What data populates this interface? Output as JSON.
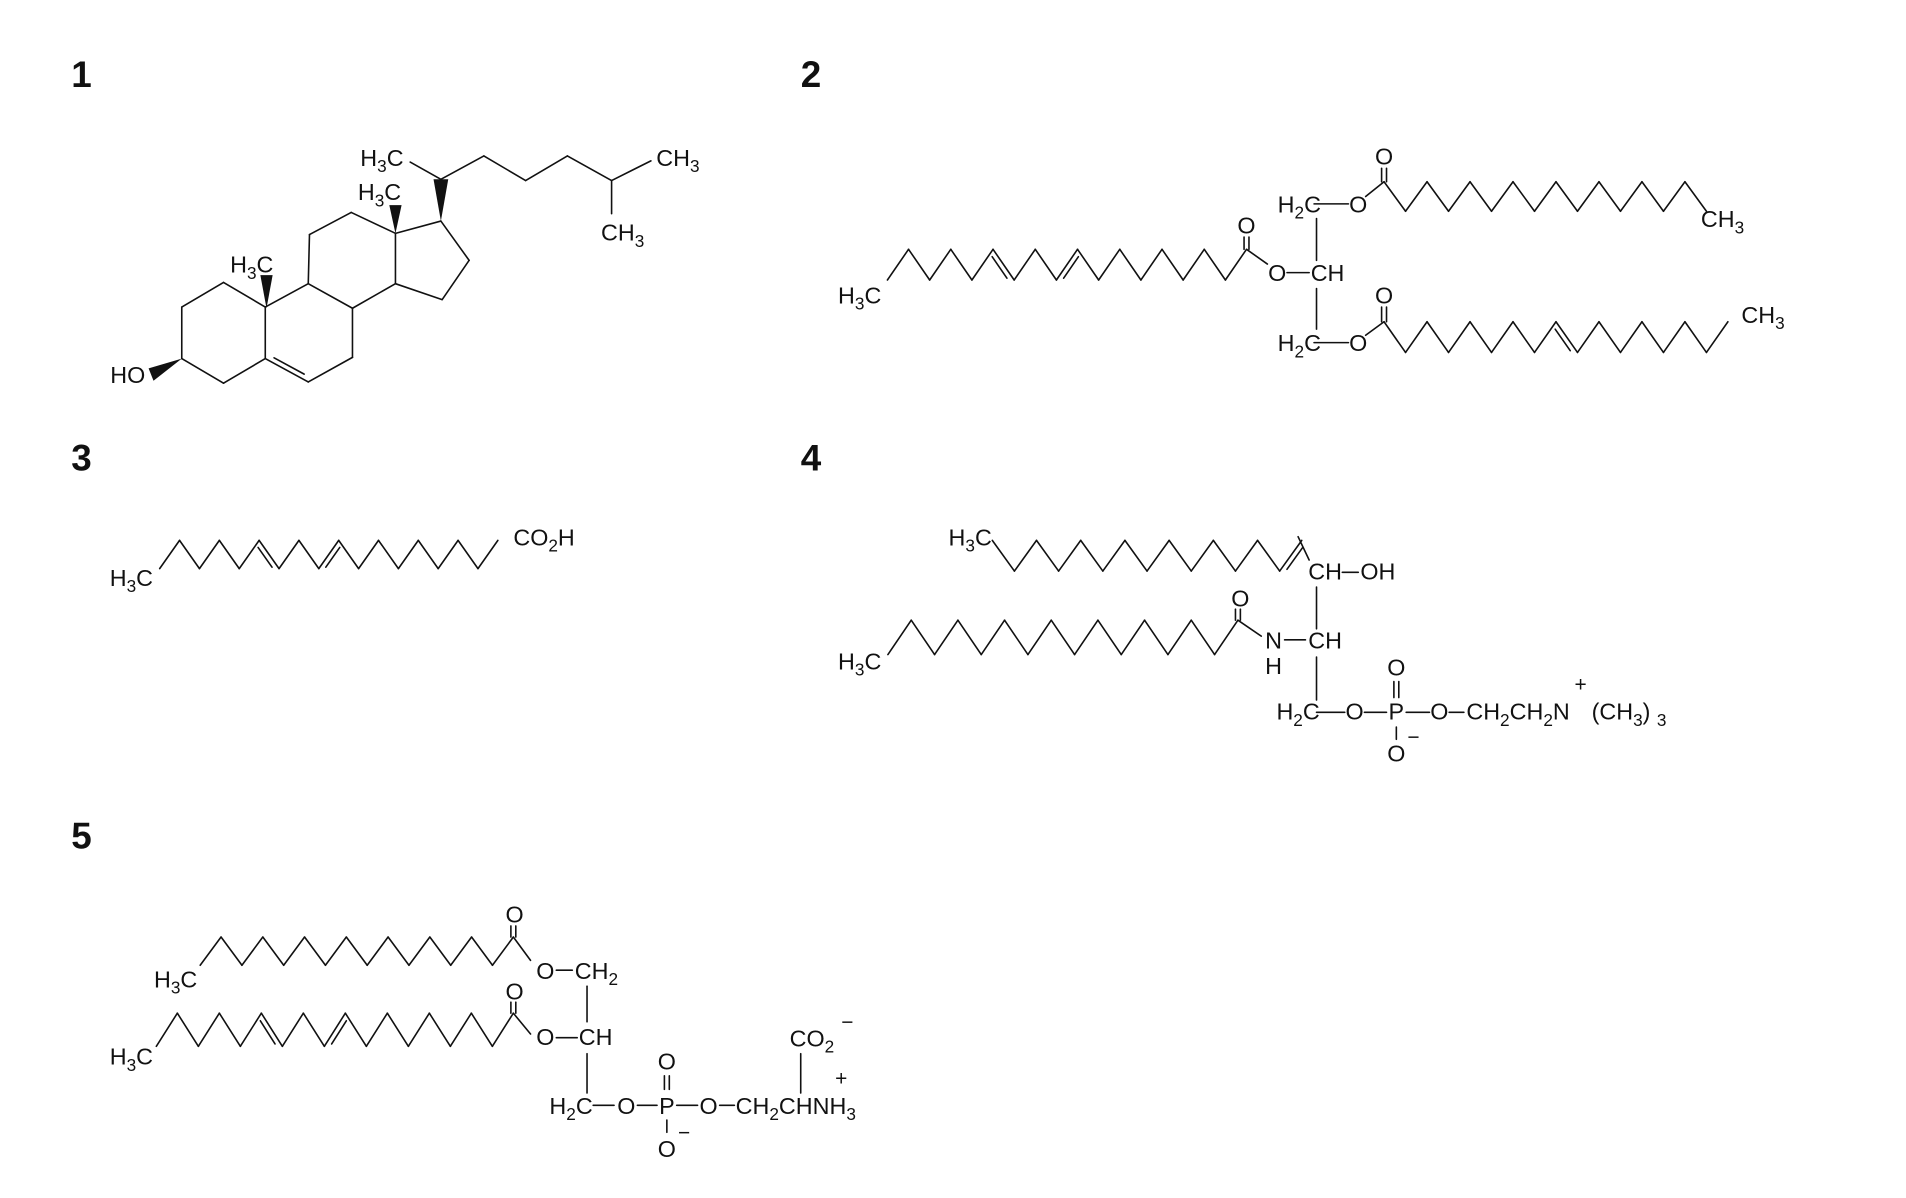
{
  "figure_numbers": [
    "1",
    "2",
    "3",
    "4",
    "5"
  ],
  "structure_1": {
    "methyl_c10": "H3C",
    "methyl_c13": "H3C",
    "methyl_c20": "H3C",
    "terminal_methyl_a": "CH3",
    "terminal_methyl_b": "CH3",
    "hydroxyl": "HO"
  },
  "structure_2": {
    "top_carbonyl_o": "O",
    "top_h2c": "H2C",
    "top_ester_o": "O",
    "top_ch3": "CH3",
    "mid_carbonyl_o": "O",
    "mid_ester_o": "O",
    "mid_ch": "CH",
    "left_h3c": "H3C",
    "bottom_carbonyl_o": "O",
    "bottom_h2c": "H2C",
    "bottom_ester_o": "O",
    "bottom_ch3": "CH3"
  },
  "structure_3": {
    "h3c": "H3C",
    "acid": "CO2H"
  },
  "structure_4": {
    "top_h3c": "H3C",
    "ch": "CH",
    "oh": "OH",
    "amide_o": "O",
    "amide_h3c": "H3C",
    "n": "N",
    "nh_h": "H",
    "ch2": "CH",
    "h2c": "H2C",
    "o1": "O",
    "p": "P",
    "p_o_top": "O",
    "p_o_bottom": "O",
    "minus": "−",
    "o2": "O",
    "choline": "CH2CH2N",
    "trimethyl": "(CH3) 3",
    "plus": "+"
  },
  "structure_5": {
    "top_carbonyl_o": "O",
    "top_h3c": "H3C",
    "top_ester_o": "O",
    "ch2": "CH2",
    "mid_carbonyl_o": "O",
    "mid_h3c": "H3C",
    "mid_ester_o": "O",
    "ch": "CH",
    "h2c": "H2C",
    "o1": "O",
    "p": "P",
    "p_o_top": "O",
    "p_o_bottom": "O",
    "p_minus": "−",
    "o2": "O",
    "serine": "CH2CHNH3",
    "carboxylate": "CO2",
    "carboxylate_minus": "−",
    "plus": "+"
  }
}
